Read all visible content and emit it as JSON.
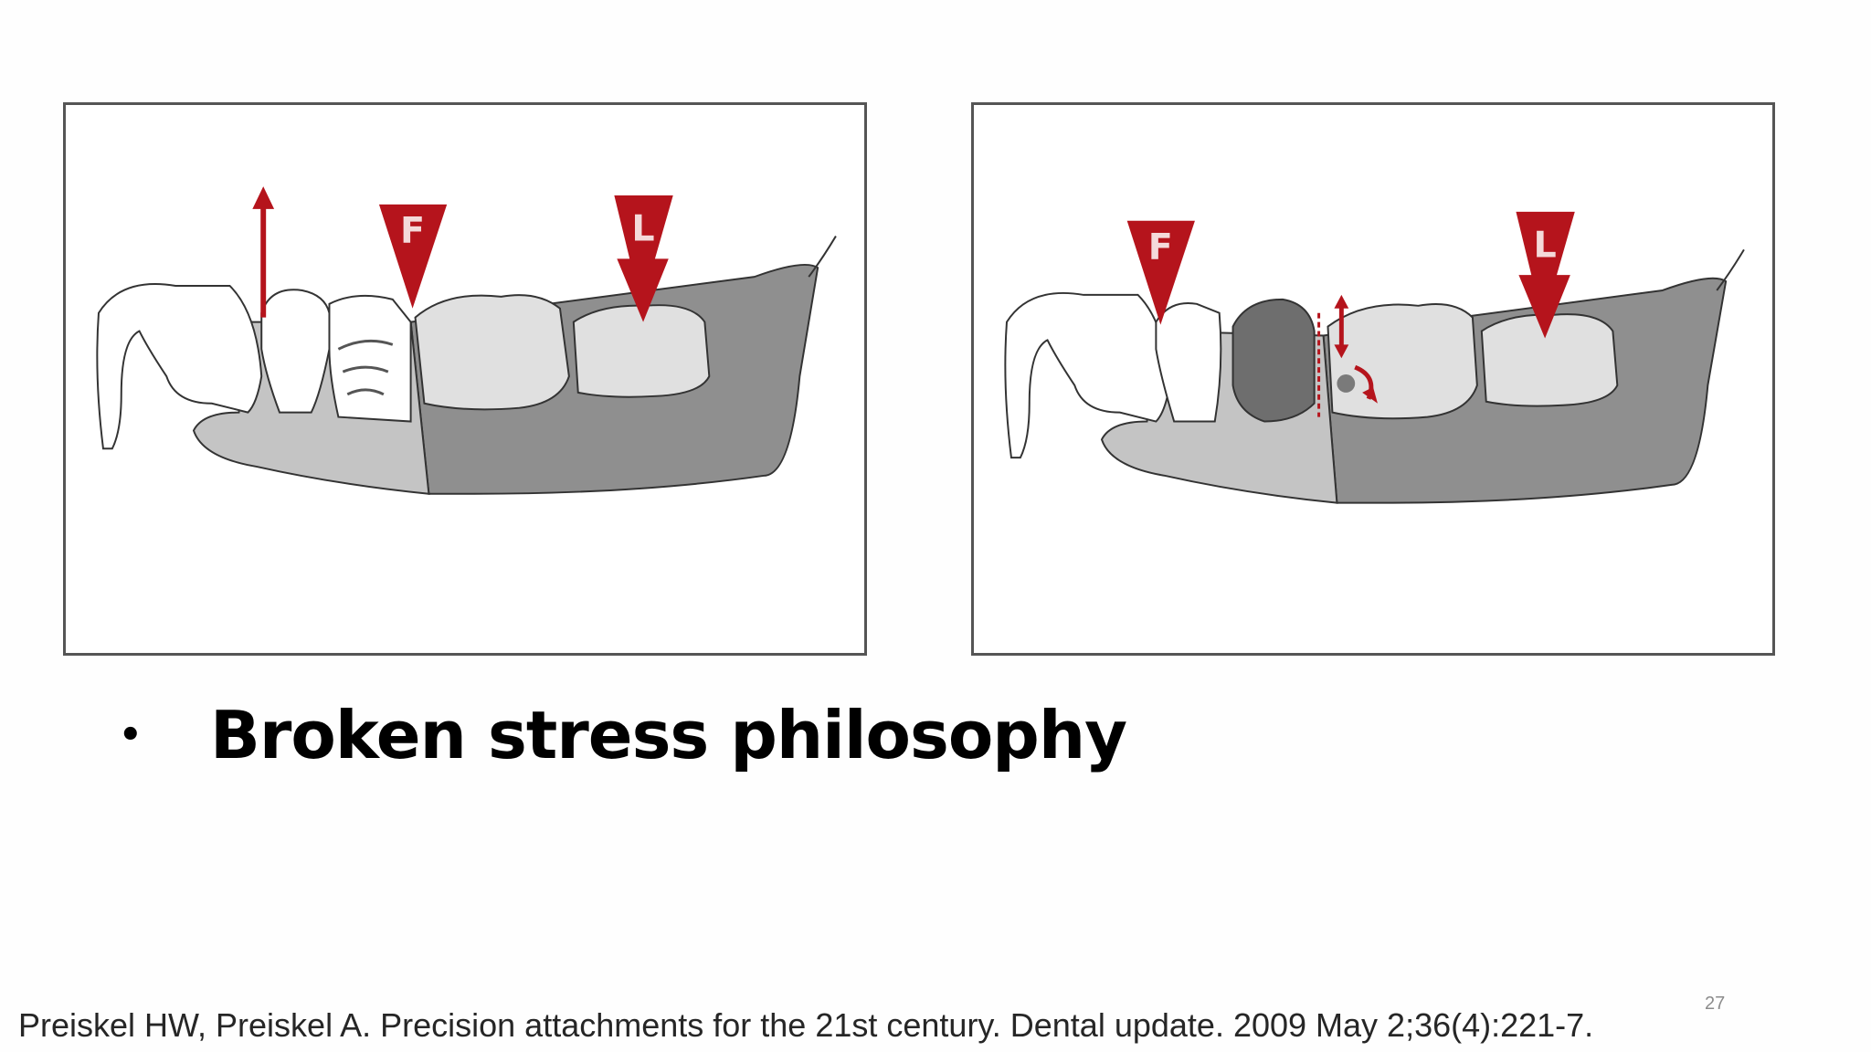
{
  "figures": [
    {
      "id": "left",
      "force_labels": [
        "F",
        "L"
      ]
    },
    {
      "id": "right",
      "force_labels": [
        "F",
        "L"
      ]
    }
  ],
  "colors": {
    "arrow": "#b5141c",
    "bone_dark": "#8f8f8f",
    "bone_light": "#c4c4c4",
    "tooth_fill": "#e0e0e0",
    "pontic": "#6e6e6e"
  },
  "bullet": {
    "marker": "•",
    "text": "Broken stress philosophy"
  },
  "citation": "Preiskel HW, Preiskel A. Precision attachments for the 21st century. Dental update. 2009 May 2;36(4):221-7.",
  "slide_number": "27"
}
